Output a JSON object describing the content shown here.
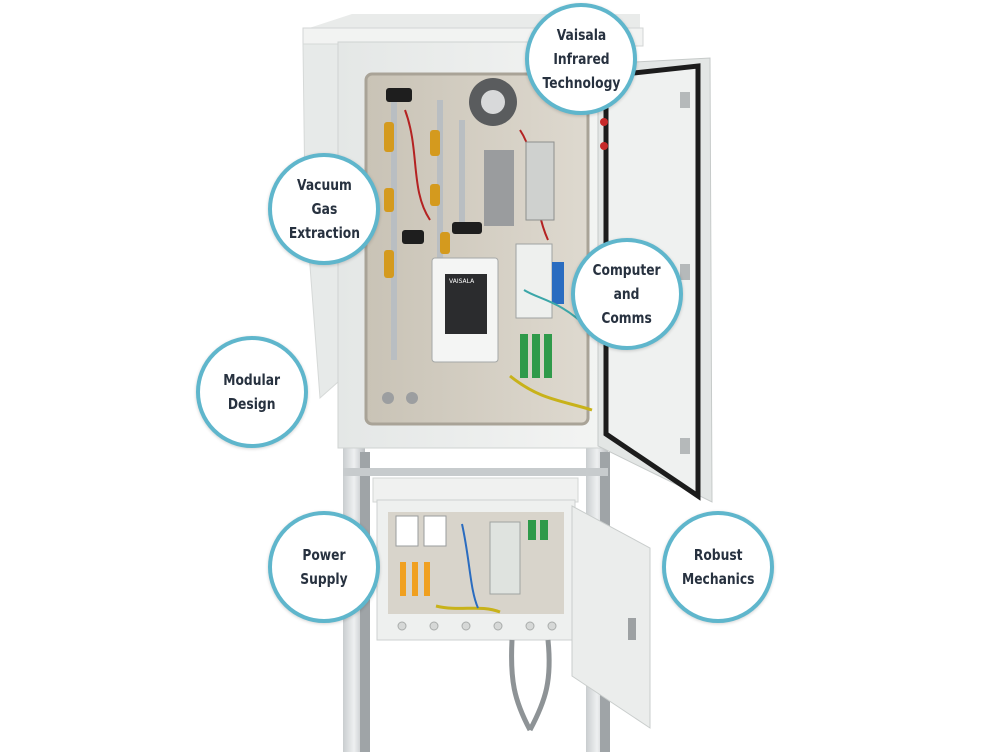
{
  "callouts": {
    "vaisala": "Vaisala\nInfrared\nTechnology",
    "vacuum": "Vacuum\nGas\nExtraction",
    "computer": "Computer\nand\nComms",
    "modular": "Modular\nDesign",
    "power": "Power\nSupply",
    "robust": "Robust\nMechanics"
  },
  "device_panel": {
    "brand": "VAISALA"
  },
  "colors": {
    "callout_border": "#5fb6cc",
    "callout_text": "#27313f",
    "enclosure": "#eef0ef",
    "cable_green": "#2f9a4a",
    "cable_blue": "#2a6cc0",
    "brass": "#d49a1e"
  }
}
